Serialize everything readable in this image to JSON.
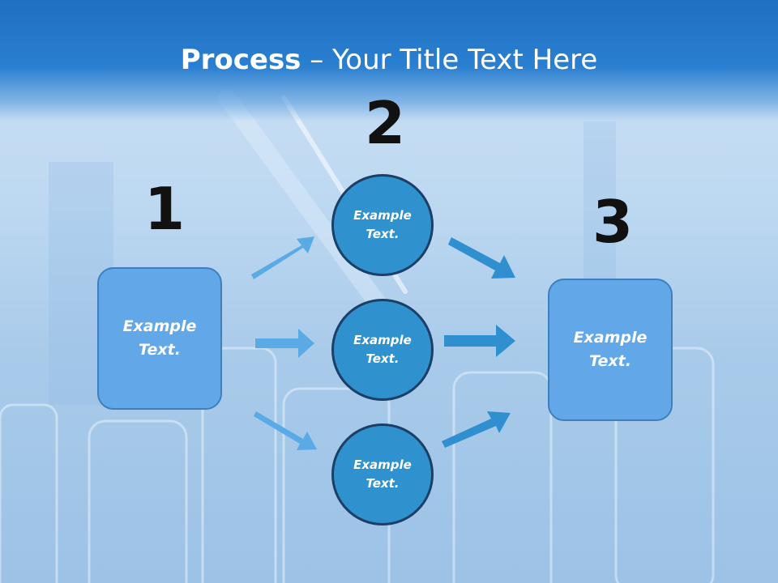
{
  "title": {
    "bold": "Process",
    "rest": " – Your Title Text Here"
  },
  "steps": {
    "one": "1",
    "two": "2",
    "three": "3"
  },
  "left_box": {
    "text_line1": "Example",
    "text_line2": "Text."
  },
  "right_box": {
    "text_line1": "Example",
    "text_line2": "Text."
  },
  "circles": [
    {
      "text_line1": "Example",
      "text_line2": "Text."
    },
    {
      "text_line1": "Example",
      "text_line2": "Text."
    },
    {
      "text_line1": "Example",
      "text_line2": "Text."
    }
  ],
  "colors": {
    "header": "#1f6fc2",
    "box_fill": "#62a8e8",
    "circle_fill": "#2f91cd",
    "circle_border": "#1b3f66",
    "arrow_light": "#5aaae6",
    "arrow_dark": "#2f8fcf"
  }
}
